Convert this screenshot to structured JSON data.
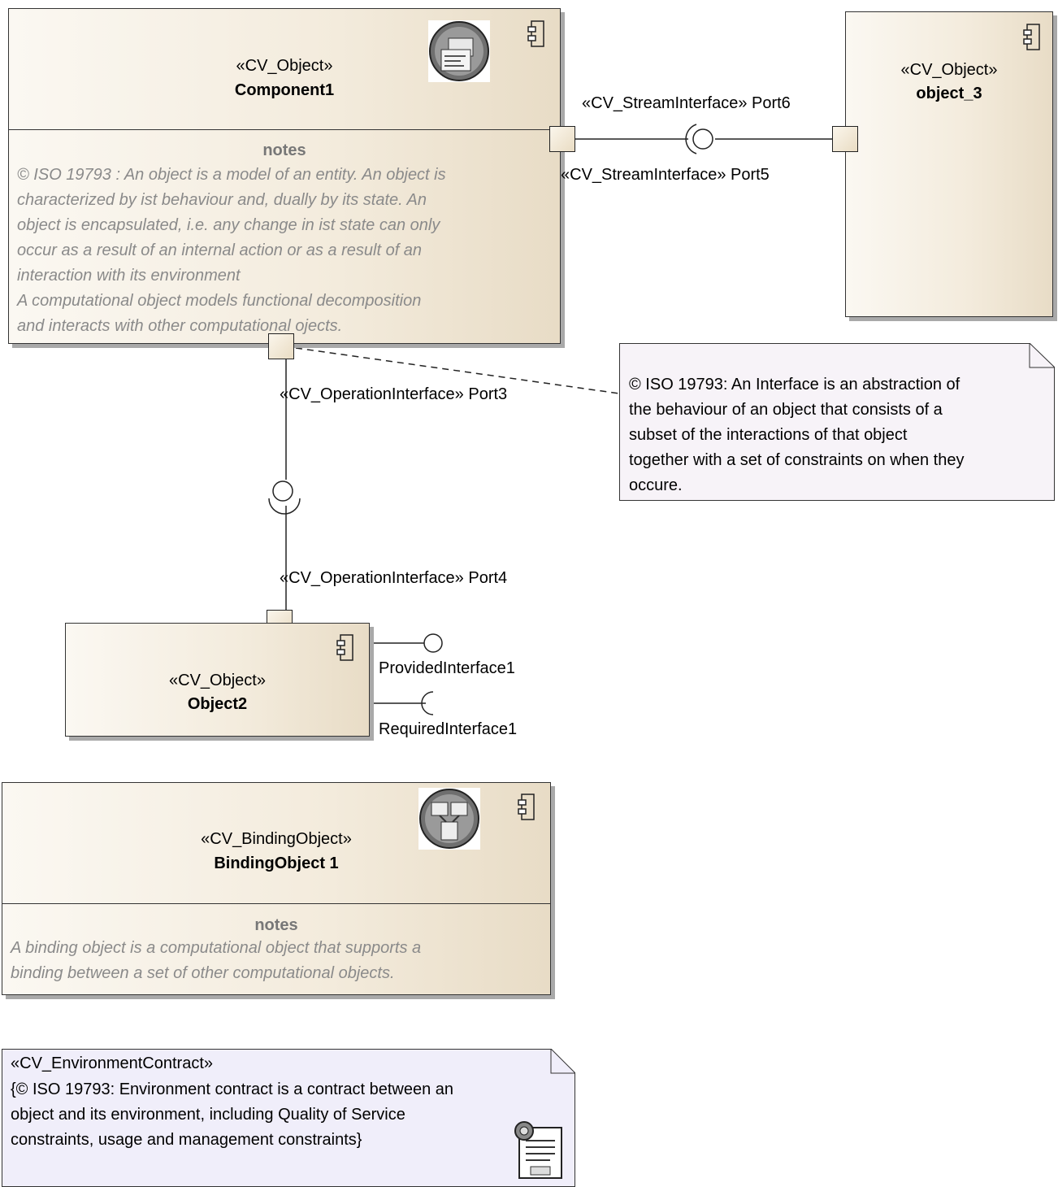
{
  "component1": {
    "stereotype": "«CV_Object»",
    "name": "Component1",
    "notes_heading": "notes",
    "notes_text": "© ISO 19793 : An object is a model of an entity. An object is\ncharacterized by ist behaviour and, dually by its state. An\nobject is encapsulated, i.e. any change in ist state can only\noccur as a result of an internal action or as a result of an\ninteraction with its environment\nA computational object models functional decomposition\nand interacts with other computational ojects."
  },
  "object3": {
    "stereotype": "«CV_Object»",
    "name": "object_3"
  },
  "object2": {
    "stereotype": "«CV_Object»",
    "name": "Object2"
  },
  "binding": {
    "stereotype": "«CV_BindingObject»",
    "name": "BindingObject 1",
    "notes_heading": "notes",
    "notes_text": "A binding object is a computational object that supports a\nbinding between a set of other computational objects."
  },
  "ports": {
    "port6": "«CV_StreamInterface» Port6",
    "port5": "«CV_StreamInterface» Port5",
    "port3": "«CV_OperationInterface» Port3",
    "port4": "«CV_OperationInterface» Port4"
  },
  "interfaces": {
    "provided": "ProvidedInterface1",
    "required": "RequiredInterface1"
  },
  "interface_note": "© ISO 19793: An Interface is an abstraction of\nthe behaviour of an object that consists of a\nsubset of the interactions of that object\ntogether with a set of constraints on when they\noccure.",
  "env_contract": {
    "stereotype": "«CV_EnvironmentContract»",
    "text": "{© ISO 19793: Environment contract is a contract between an\nobject and its environment, including Quality of Service\nconstraints, usage and management constraints}"
  },
  "icons": {
    "component": "component-icon",
    "object_badge": "computational-object-icon",
    "binding_badge": "binding-object-icon",
    "contract_badge": "contract-document-icon"
  },
  "colors": {
    "box_light": "#fbf8f2",
    "box_dark": "#e8dcc6",
    "note_bg": "#f7f3f8",
    "contract_bg": "#f0eefa"
  }
}
